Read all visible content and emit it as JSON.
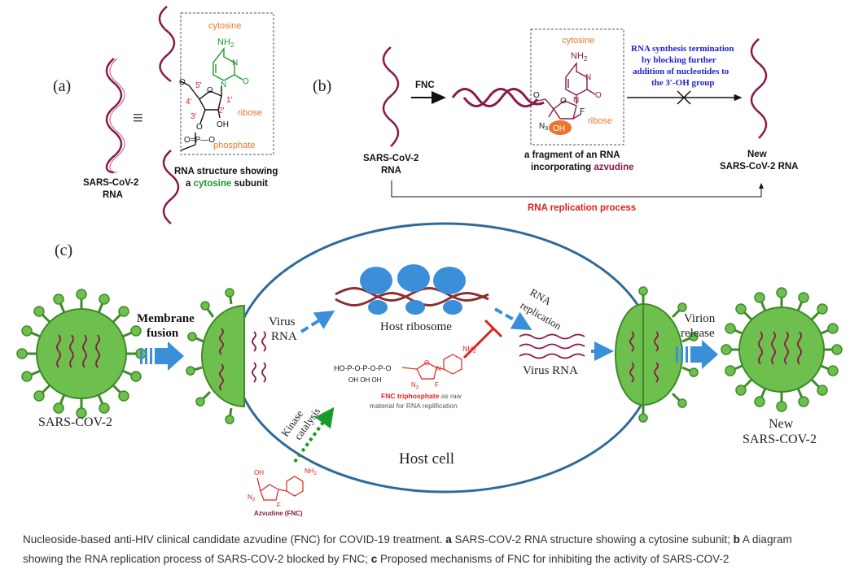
{
  "panel_a": {
    "label": "(a)",
    "rna_label_line1": "SARS-CoV-2",
    "rna_label_line2": "RNA",
    "equiv": "≡",
    "cytosine": "cytosine",
    "nh2": "NH",
    "nh2_sub": "2",
    "n": "N",
    "o": "O",
    "five_prime": "5'",
    "four_prime": "4'",
    "three_prime": "3'",
    "two_prime": "2'",
    "one_prime": "1'",
    "ribose": "ribose",
    "oh": "OH",
    "phosphate_eq": "O=P—O",
    "phosphate": "phosphate",
    "caption_line1": "RNA structure showing",
    "caption_line2_a": "a ",
    "caption_line2_b": "cytosine",
    "caption_line2_c": " subunit"
  },
  "panel_b": {
    "label": "(b)",
    "fnc": "FNC",
    "rna_label_line1": "SARS-CoV-2",
    "rna_label_line2": "RNA",
    "cytosine": "cytosine",
    "nh2": "NH",
    "nh2_sub": "2",
    "n": "N",
    "o": "O",
    "f": "F",
    "n3": "N",
    "n3_sub": "3",
    "oh": "OH",
    "ribose": "ribose",
    "fragment_line1": "a fragment of an RNA",
    "fragment_line2_a": "incorporating ",
    "fragment_line2_b": "azvudine",
    "termination_line1": "RNA synthesis termination",
    "termination_line2": "by blocking further",
    "termination_line3": "addition of nucleotides to",
    "termination_line4": "the 3′-OH group",
    "new_line1": "New",
    "new_line2": "SARS-CoV-2 RNA",
    "replication": "RNA replication process"
  },
  "panel_c": {
    "label": "(c)",
    "sars": "SARS-COV-2",
    "membrane_line1": "Membrane",
    "membrane_line2": "fusion",
    "virus_rna_line1": "Virus",
    "virus_rna_line2": "RNA",
    "host_ribosome": "Host ribosome",
    "rna_rep_line1": "RNA",
    "rna_rep_line2": "replication",
    "virus_rna_right": "Virus RNA",
    "virion_line1": "Virion",
    "virion_line2": "release",
    "new_line1": "New",
    "new_line2": "SARS-COV-2",
    "kinase_line1": "Kinase",
    "kinase_line2": "catalysis",
    "host_cell": "Host cell",
    "fnc_tp_bold": "FNC triphosphate",
    "fnc_tp_rest": " as raw",
    "fnc_tp_line2": "material for RNA replification",
    "azvudine_label": "Azvudine (FNC)",
    "phos_chain": "HO-P-O-P-O-P-O",
    "oh_row": "OH  OH  OH",
    "nh2": "NH",
    "nh2_sub": "2",
    "n": "N",
    "o": "O",
    "f": "F",
    "n3": "N",
    "n3_sub": "3",
    "oh": "OH",
    "ho": "HO"
  },
  "caption": {
    "intro": "Nucleoside-based anti-HIV clinical candidate azvudine (FNC) for COVID-19 treatment. ",
    "a_bold": "a",
    "a_text": " SARS-COV-2 RNA structure showing a cytosine subunit; ",
    "b_bold": "b",
    "b_text": " A diagram showing the RNA replication process of SARS-COV-2 blocked by FNC; ",
    "c_bold": "c",
    "c_text": " Proposed mechanisms of FNC for inhibiting the activity of SARS-COV-2"
  },
  "colors": {
    "rna": "#8b1a4a",
    "orange": "#e8772e",
    "green": "#1a9a2a",
    "red": "#e0201c",
    "blue_text": "#2222cc",
    "virus_fill": "#6ec04e",
    "virus_stroke": "#3f8a2a",
    "arrow_blue": "#3a8fd8",
    "cell_stroke": "#2e6a9a",
    "ribosome": "#3a8fd8"
  }
}
